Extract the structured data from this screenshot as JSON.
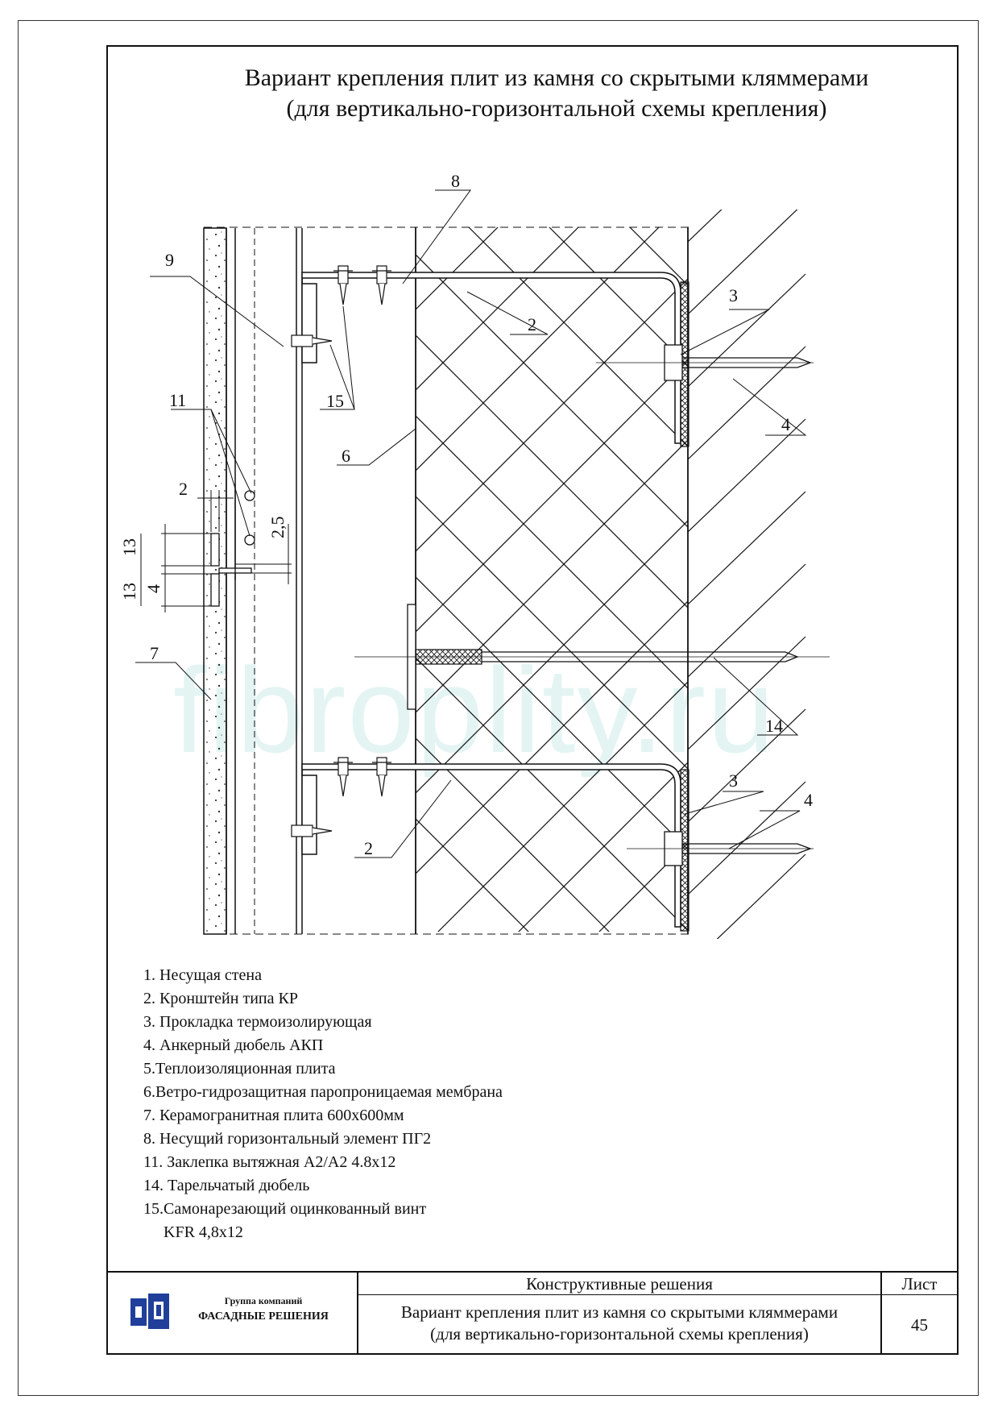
{
  "title": {
    "line1": "Вариант крепления плит из камня со скрытыми кляммерами",
    "line2": "(для вертикально-горизонтальной схемы крепления)"
  },
  "callouts": {
    "c8": "8",
    "c9": "9",
    "c2a": "2",
    "c3a": "3",
    "c15": "15",
    "c4a": "4",
    "c11": "11",
    "c6": "6",
    "c2b": "2",
    "c13a": "13",
    "c13b": "13",
    "c4b": "4",
    "c25": "2,5",
    "c7": "7",
    "c14": "14",
    "c3b": "3",
    "c4c": "4",
    "c2c": "2"
  },
  "legend": [
    "1. Несущая стена",
    "2. Кронштейн типа КР",
    "3. Прокладка термоизолирующая",
    "4. Анкерный дюбель АКП",
    "5.Теплоизоляционная плита",
    "6.Ветро-гидрозащитная паропроницаемая мембрана",
    "7. Керамогранитная плита 600х600мм",
    "8. Несущий горизонтальный элемент ПГ2",
    "11. Заклепка вытяжная А2/А2 4.8х12",
    "14. Тарельчатый дюбель",
    "15.Самонарезающий оцинкованный винт",
    "     KFR 4,8x12"
  ],
  "stamp": {
    "company_line1": "Группа компаний",
    "company_line2": "ФАСАДНЫЕ РЕШЕНИЯ",
    "section": "Конструктивные решения",
    "sheet_label": "Лист",
    "desc_line1": "Вариант крепления плит из камня со скрытыми кляммерами",
    "desc_line2": "(для вертикально-горизонтальной схемы крепления)",
    "sheet_number": "45"
  },
  "watermark": "fibroplity.ru",
  "colors": {
    "line": "#111111",
    "watermark": "#e3f4f3",
    "logo_blue": "#1f3f9a"
  },
  "icons": {
    "logo": "company-logo-icon"
  }
}
